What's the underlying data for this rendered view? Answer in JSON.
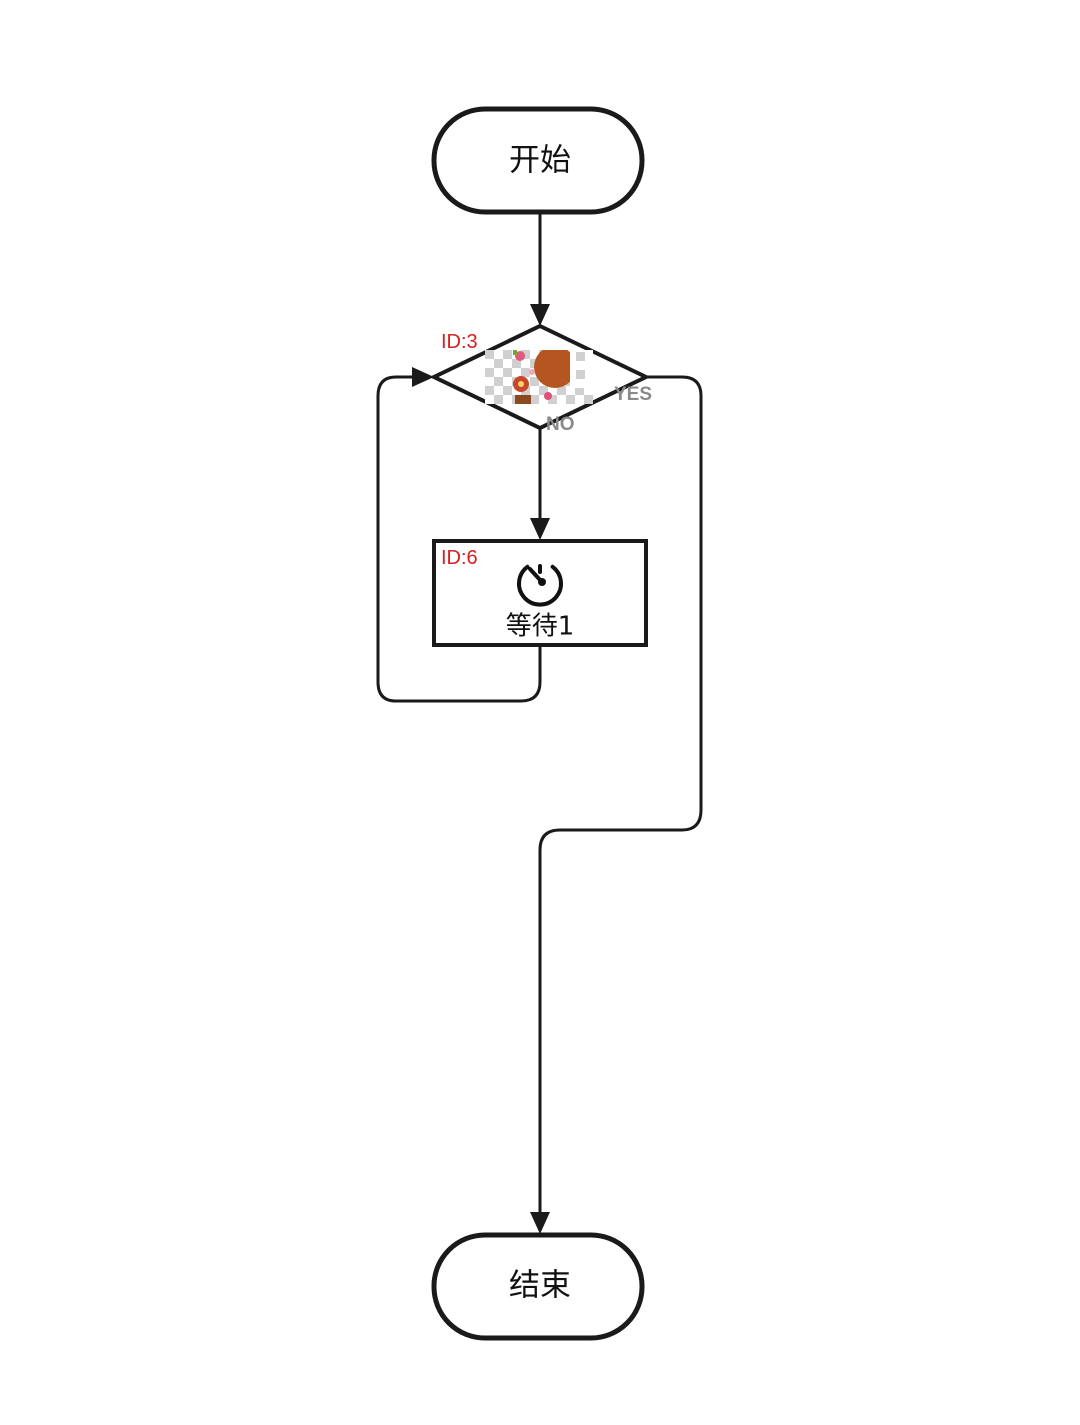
{
  "colors": {
    "id_label": "#d42020",
    "branch_label": "#8a8a8a",
    "stroke": "#1a1a1a",
    "background": "#ffffff"
  },
  "nodes": {
    "start": {
      "label": "开始"
    },
    "condition": {
      "id_label": "ID:3",
      "yes_label": "YES",
      "no_label": "NO",
      "icon": "image-thumbnail-icon"
    },
    "wait": {
      "id_label": "ID:6",
      "label": "等待1",
      "icon": "stopwatch-icon"
    },
    "end": {
      "label": "结束"
    }
  }
}
